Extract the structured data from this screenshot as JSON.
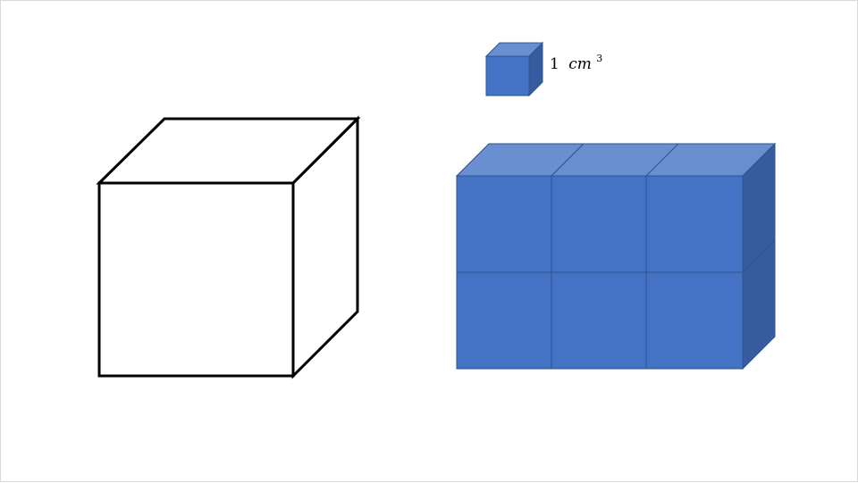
{
  "unit_label": {
    "number": "1",
    "unit": "cm",
    "exponent": "3"
  },
  "colors": {
    "outline_cube_stroke": "#000000",
    "cube_front": "#4472c4",
    "cube_top": "#6a8fd1",
    "cube_side": "#365c9f",
    "cube_edge": "#2f528f"
  },
  "block": {
    "columns": 3,
    "rows": 2,
    "depth": 1
  }
}
